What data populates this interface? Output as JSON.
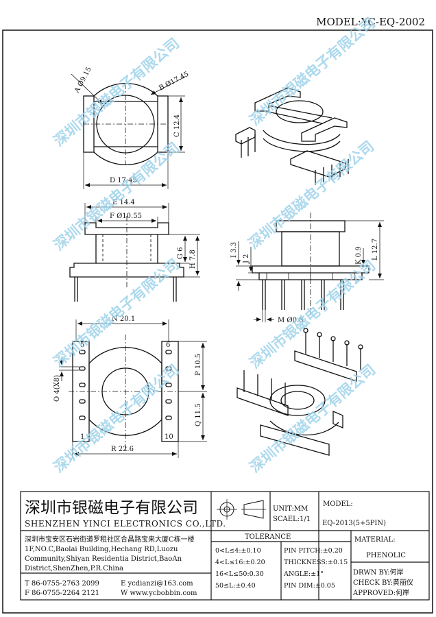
{
  "model": "MODEL:YC-EQ-2002",
  "watermark": "深圳市银磁电子有限公司",
  "dimensions": {
    "A": "A Ø9.15",
    "B": "B Ø17.45",
    "C": "C 12.4",
    "D": "D 17.45",
    "E": "E 14.4",
    "F": "F Ø10.55",
    "G": "G 6",
    "H": "H 7.8",
    "I": "I 3.3",
    "J": "J 2",
    "K": "K 0.9",
    "L": "L 12.7",
    "M": "M Ø0.8",
    "N": "N 20.1",
    "O": "O 4(X8)",
    "P": "P 10.5",
    "Q": "Q 11.5",
    "R": "R 22.6"
  },
  "pins": {
    "p5": "5",
    "p6": "6",
    "p1": "1",
    "p10": "10"
  },
  "title_block": {
    "company_cn": "深圳市银磁电子有限公司",
    "company_en": "SHENZHEN YINCI ELECTRONICS CO.,LTD.",
    "unit": "UNIT:MM",
    "scale": "SCAEL:1/1",
    "model_label": "MODEL:",
    "model_value": "EQ-2013(5+5PIN)",
    "address_cn": "深圳市宝安区石岩街道罗租社区合昌路宝来大厦C栋一楼",
    "address_en": [
      "1F,NO.C,Baolai Building,Hechang RD,Luozu",
      "Community,Shiyan Residentia District,BaoAn",
      "District,ShenZhen,P.R.China"
    ],
    "tel": "T 86-0755-2763 2099",
    "fax": "F 86-0755-2264 2121",
    "email": "E ycdianzi@163.com",
    "web": "W www.ycbobbin.com",
    "tolerance_title": "TOLERANCE",
    "tolerances": [
      "0<L≤4:±0.10",
      "4<L≤16:±0.20",
      "16<L≤50:0.30",
      "50≤L:±0.40"
    ],
    "pin_specs": [
      "PIN PITCH:±0.20",
      "THICKNESS:±0.15",
      "ANGLE:±1°",
      "PIN DIM:±0.05"
    ],
    "material_label": "MATERIAL:",
    "material_value": "PHENOLIC",
    "drawn_by": "DRWN BY:何岸",
    "check_by": "CHECK BY:黄丽仪",
    "approved": "APPROVED:何岸"
  }
}
